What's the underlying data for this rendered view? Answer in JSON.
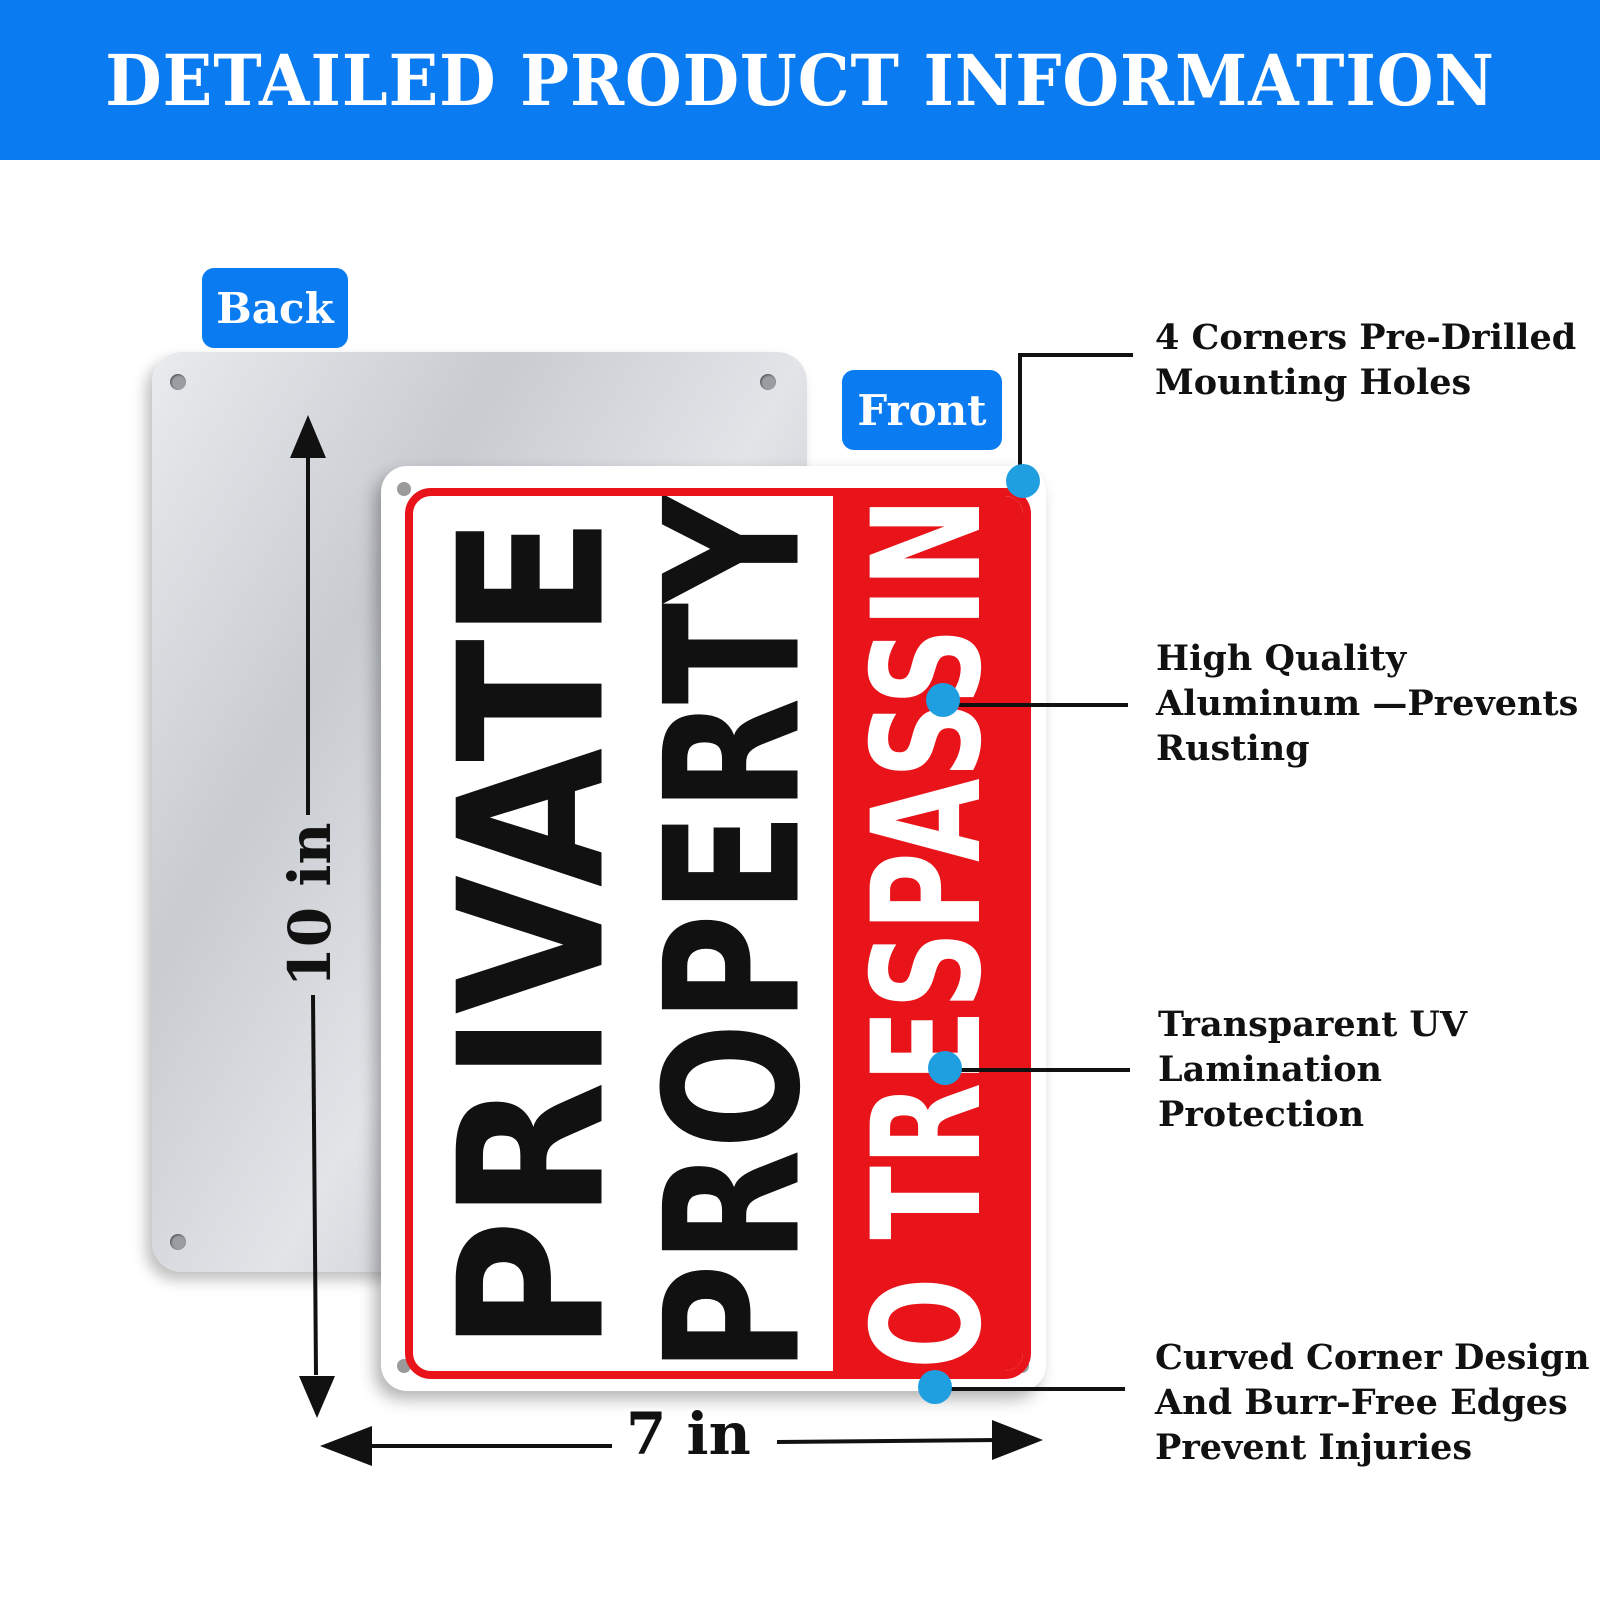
{
  "banner": {
    "title": "DETAILED PRODUCT INFORMATION"
  },
  "tags": {
    "back": "Back",
    "front": "Front"
  },
  "sign": {
    "line1": "PRIVATE",
    "line2": "PROPERTY",
    "line3": "NO TRESPASSING"
  },
  "dimensions": {
    "height": "10 in",
    "width": "7 in"
  },
  "callouts": [
    {
      "lines": [
        "4 Corners Pre-Drilled",
        "Mounting Holes"
      ]
    },
    {
      "lines": [
        "High Quality",
        "Aluminum —Prevents",
        "Rusting"
      ]
    },
    {
      "lines": [
        "Transparent UV",
        "Lamination",
        "Protection"
      ]
    },
    {
      "lines": [
        "Curved Corner Design",
        "And Burr-Free Edges",
        "Prevent Injuries"
      ]
    }
  ],
  "colors": {
    "brand_blue": "#0a7bf0",
    "sign_red": "#e8141a",
    "dot_blue": "#1f9fe0"
  }
}
